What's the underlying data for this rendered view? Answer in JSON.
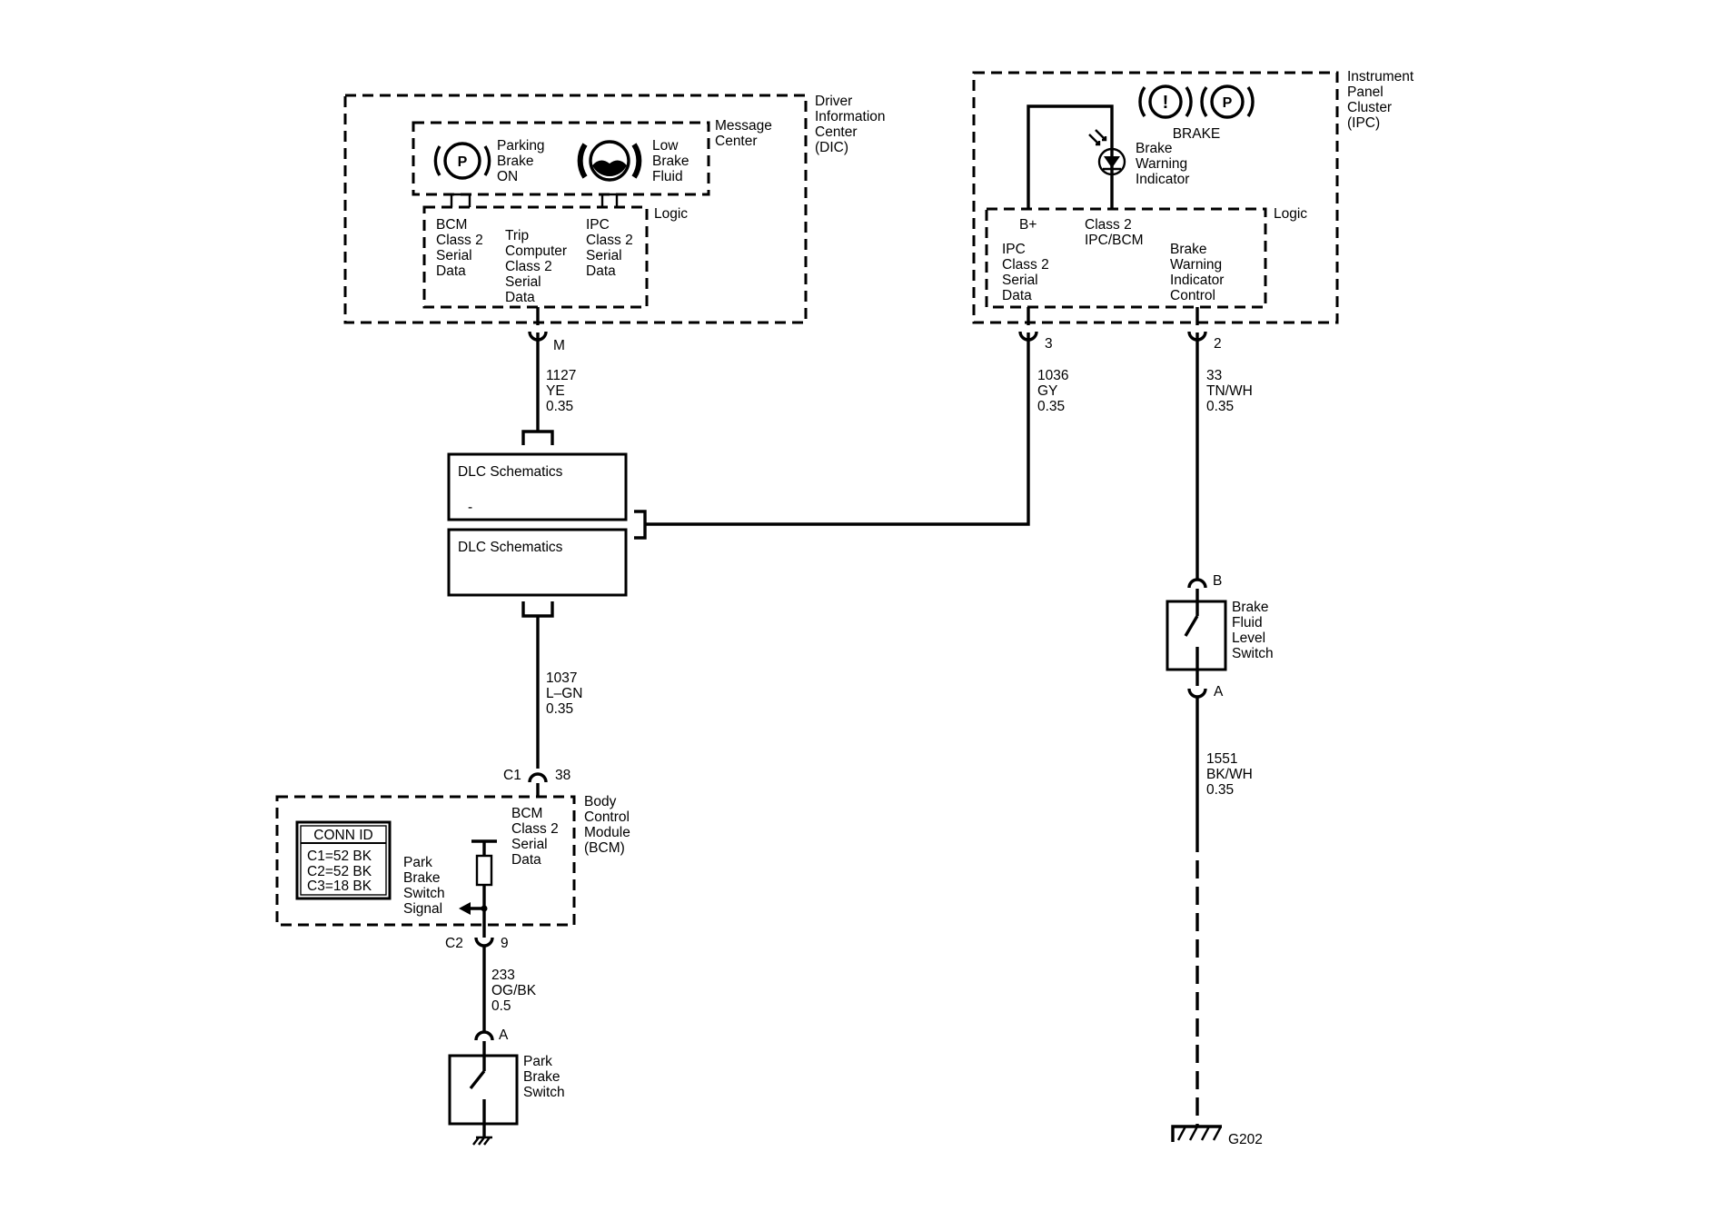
{
  "dic": {
    "name": [
      "Driver",
      "Information",
      "Center",
      "(DIC)"
    ],
    "message_center": [
      "Message",
      "Center"
    ],
    "parking_brake_msg": [
      "Parking",
      "Brake",
      "ON"
    ],
    "low_brake_fluid_msg": [
      "Low",
      "Brake",
      "Fluid"
    ],
    "p_symbol": "P",
    "logic": "Logic",
    "bcm_data": [
      "BCM",
      "Class 2",
      "Serial",
      "Data"
    ],
    "trip_data": [
      "Trip",
      "Computer",
      "Class 2",
      "Serial",
      "Data"
    ],
    "ipc_data": [
      "IPC",
      "Class 2",
      "Serial",
      "Data"
    ],
    "connector_pin": "M"
  },
  "ipc": {
    "name": [
      "Instrument",
      "Panel",
      "Cluster",
      "(IPC)"
    ],
    "excl_symbol": "!",
    "p_symbol": "P",
    "brake_label": "BRAKE",
    "indicator": [
      "Brake",
      "Warning",
      "Indicator"
    ],
    "logic": "Logic",
    "b_plus": "B+",
    "class2": [
      "Class 2",
      "IPC/BCM"
    ],
    "ipc_data": [
      "IPC",
      "Class 2",
      "Serial",
      "Data"
    ],
    "control": [
      "Brake",
      "Warning",
      "Indicator",
      "Control"
    ],
    "pin_3": "3",
    "pin_2": "2"
  },
  "wires": {
    "w1127": [
      "1127",
      "YE",
      "0.35"
    ],
    "w1036": [
      "1036",
      "GY",
      "0.35"
    ],
    "w33": [
      "33",
      "TN/WH",
      "0.35"
    ],
    "w1037": [
      "1037",
      "L–GN",
      "0.35"
    ],
    "w233": [
      "233",
      "OG/BK",
      "0.5"
    ],
    "w1551": [
      "1551",
      "BK/WH",
      "0.35"
    ]
  },
  "dlc": {
    "label_1": "DLC Schematics",
    "label_2": "DLC Schematics",
    "mark": "-"
  },
  "bcm": {
    "name": [
      "Body",
      "Control",
      "Module",
      "(BCM)"
    ],
    "data": [
      "BCM",
      "Class 2",
      "Serial",
      "Data"
    ],
    "signal": [
      "Park",
      "Brake",
      "Switch",
      "Signal"
    ],
    "c1": "C1",
    "c1_pin": "38",
    "c2": "C2",
    "c2_pin": "9",
    "conn_id_title": "CONN ID",
    "conn_rows": [
      "C1=52 BK",
      "C2=52 BK",
      "C3=18 BK"
    ]
  },
  "park_switch": {
    "name": [
      "Park",
      "Brake",
      "Switch"
    ],
    "pin": "A"
  },
  "fluid_switch": {
    "name": [
      "Brake",
      "Fluid",
      "Level",
      "Switch"
    ],
    "pin_b": "B",
    "pin_a": "A"
  },
  "ground": {
    "label": "G202"
  }
}
